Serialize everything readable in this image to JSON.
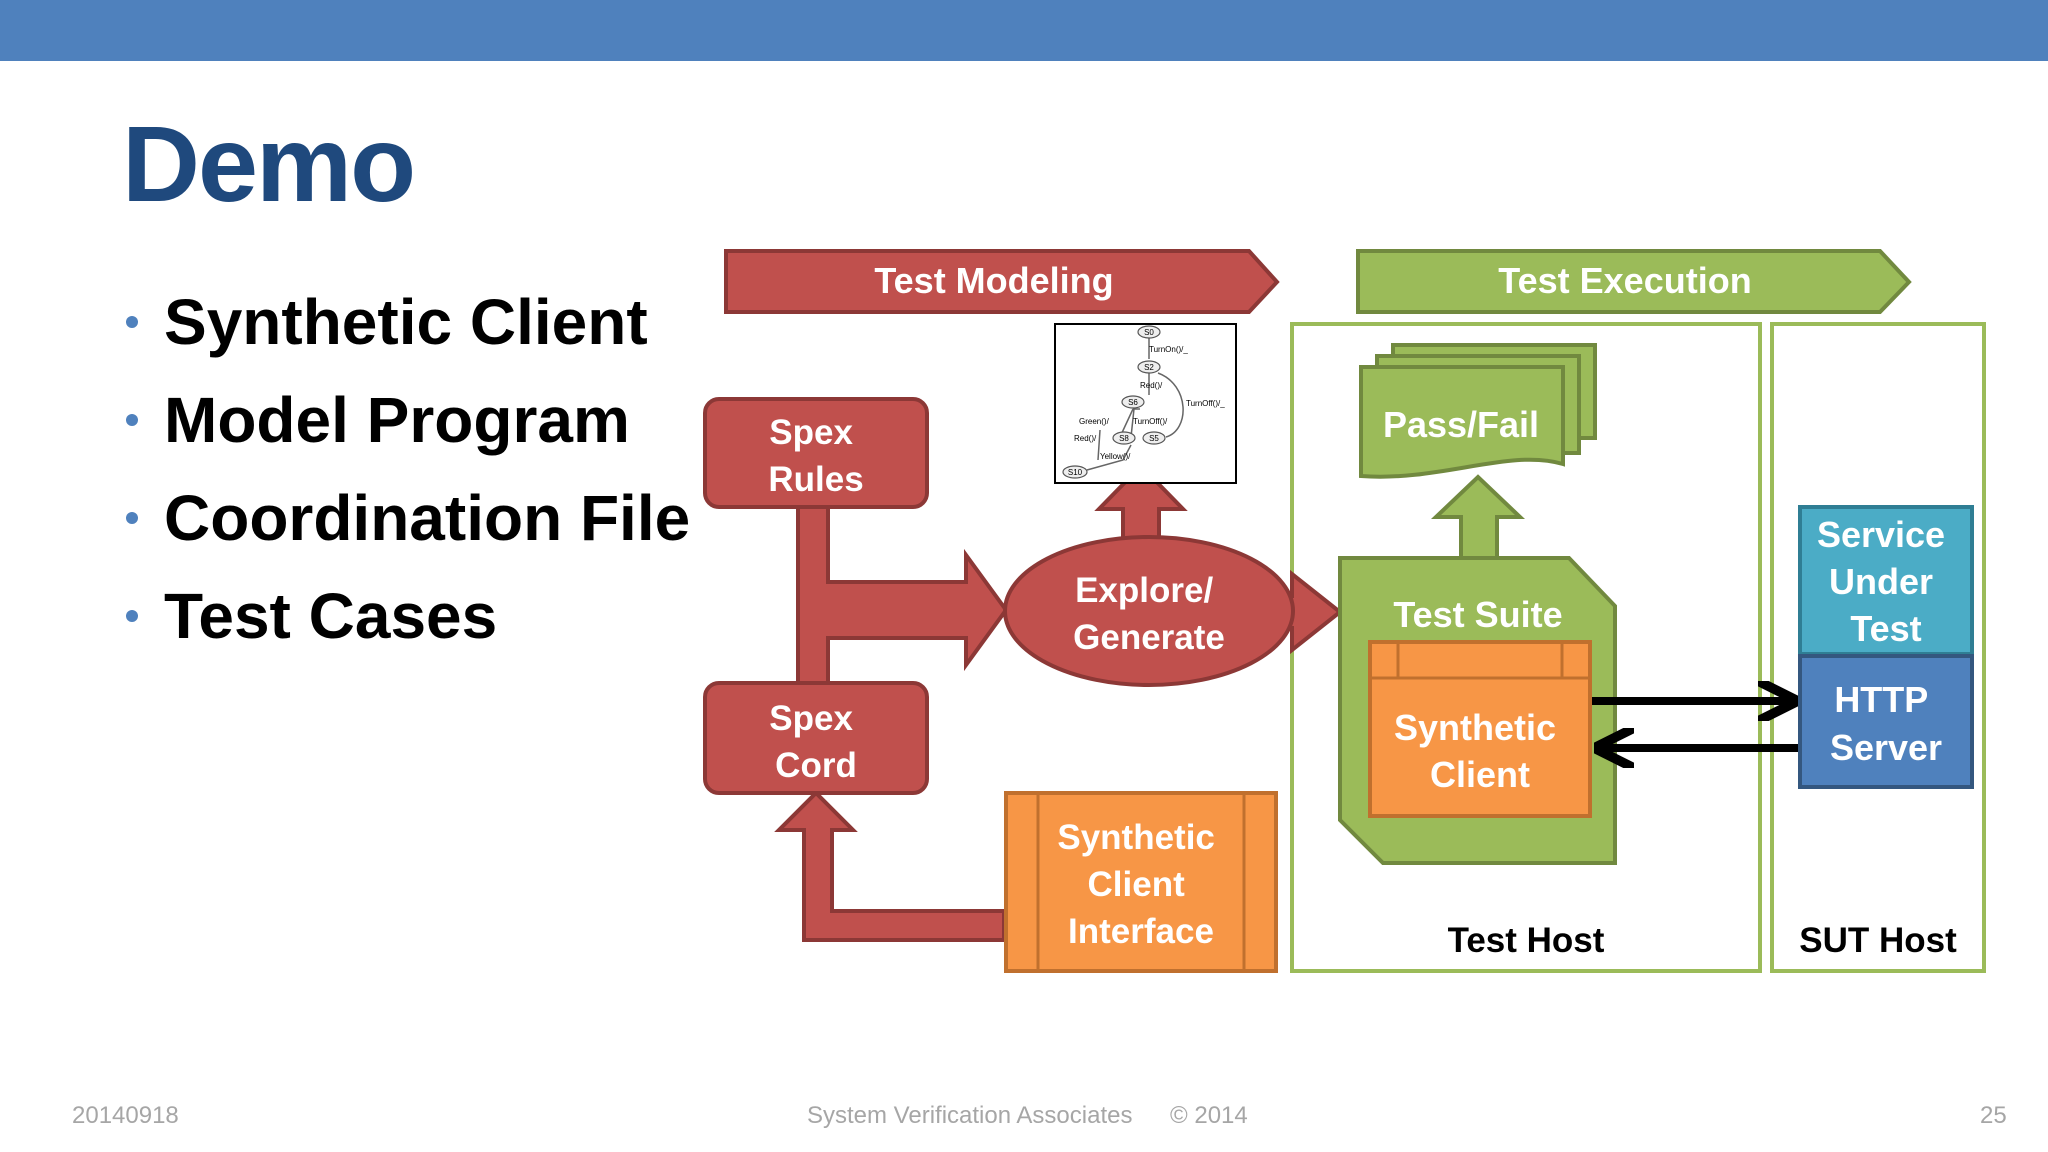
{
  "slide": {
    "title": "Demo",
    "bullets": [
      "Synthetic Client",
      "Model Program",
      "Coordination File",
      "Test Cases"
    ]
  },
  "diagram": {
    "banners": {
      "modeling": "Test Modeling",
      "execution": "Test Execution"
    },
    "spex_rules": [
      "Spex",
      "Rules"
    ],
    "spex_cord": [
      "Spex",
      "Cord"
    ],
    "explore": [
      "Explore/",
      "Generate"
    ],
    "client_interface": [
      "Synthetic",
      "Client",
      "Interface"
    ],
    "pass_fail": "Pass/Fail",
    "test_suite": "Test Suite",
    "synthetic_client": [
      "Synthetic",
      "Client"
    ],
    "service_under_test": [
      "Service",
      "Under",
      "Test"
    ],
    "http_server": [
      "HTTP",
      "Server"
    ],
    "test_host": "Test Host",
    "sut_host": "SUT Host",
    "fsm": {
      "states": [
        "S0",
        "S2",
        "S6",
        "S8",
        "S5",
        "S10"
      ],
      "transitions": [
        "TurnOn()/_",
        "Red()/",
        "TurnOff()/_",
        "Green()/",
        "TurnOff()/",
        "Red()/",
        "Yellow()/"
      ]
    },
    "colors": {
      "modeling_red": "#c0504d",
      "execution_green": "#9bbb59",
      "client_orange": "#f79646",
      "service_teal": "#4bacc6",
      "http_blue": "#4f81bd"
    }
  },
  "footer": {
    "date": "20140918",
    "company": "System Verification Associates",
    "copyright": "© 2014",
    "page": "25"
  }
}
